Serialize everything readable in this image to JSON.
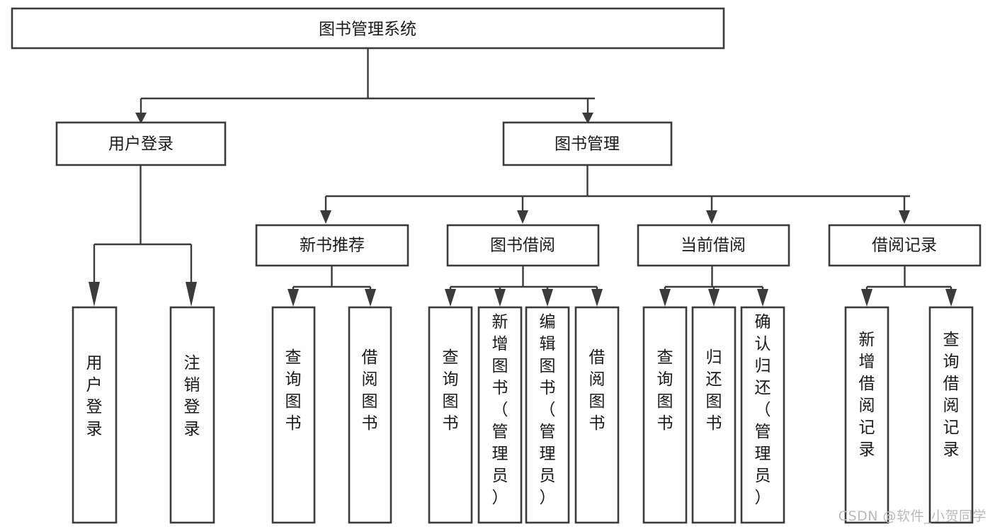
{
  "diagram": {
    "title": "图书管理系统",
    "type": "hierarchy-tree",
    "colors": {
      "box_stroke": "#3b3b3b",
      "box_fill": "#ffffff",
      "connector": "#3b3b3b",
      "text": "#1a1a1a",
      "watermark": "#b9b9b9",
      "background": "#ffffff"
    },
    "levels": {
      "root": {
        "label": "图书管理系统"
      },
      "level2": [
        {
          "label": "用户登录"
        },
        {
          "label": "图书管理"
        }
      ],
      "level3": [
        {
          "label": "新书推荐"
        },
        {
          "label": "图书借阅"
        },
        {
          "label": "当前借阅"
        },
        {
          "label": "借阅记录"
        }
      ],
      "leaves": {
        "user_login": [
          {
            "label": "用户登录"
          },
          {
            "label": "注销登录"
          }
        ],
        "new_book_recommend": [
          {
            "label": "查询图书"
          },
          {
            "label": "借阅图书"
          }
        ],
        "book_borrow": [
          {
            "label": "查询图书"
          },
          {
            "label": "新增图书（管理员）"
          },
          {
            "label": "编辑图书（管理员）"
          },
          {
            "label": "借阅图书"
          }
        ],
        "current_borrow": [
          {
            "label": "查询图书"
          },
          {
            "label": "归还图书"
          },
          {
            "label": "确认归还（管理员）"
          }
        ],
        "borrow_record": [
          {
            "label": "新增借阅记录"
          },
          {
            "label": "查询借阅记录"
          }
        ]
      }
    }
  },
  "watermark": {
    "text": "CSDN @软件_小贺同学"
  }
}
